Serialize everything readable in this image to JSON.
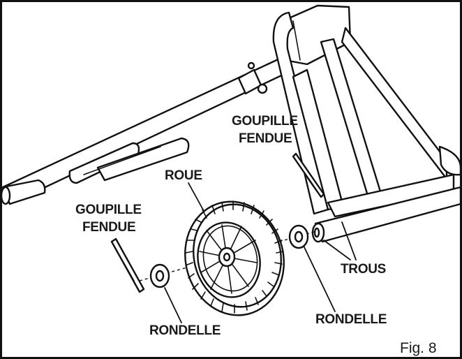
{
  "labels": {
    "roue": "ROUE",
    "goupille_left_line1": "GOUPILLE",
    "goupille_left_line2": "FENDUE",
    "goupille_right_line1": "GOUPILLE",
    "goupille_right_line2": "FENDUE",
    "rondelle_left": "RONDELLE",
    "rondelle_right": "RONDELLE",
    "trous": "TROUS"
  },
  "caption": "Fig. 8"
}
